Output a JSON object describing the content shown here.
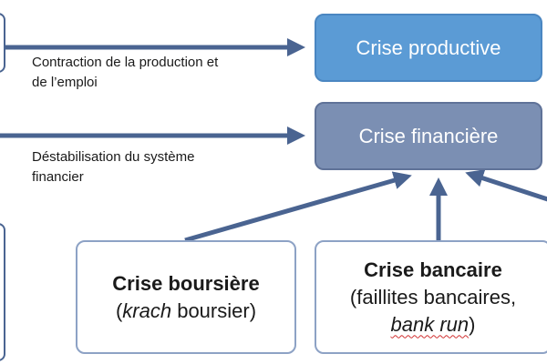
{
  "diagram": {
    "nodes": {
      "crise_productive": {
        "label": "Crise productive",
        "color": "#5b9bd5"
      },
      "crise_financiere": {
        "label": "Crise financière",
        "color": "#7b8fb3"
      },
      "crise_boursiere": {
        "title": "Crise boursière",
        "detail_open": "(",
        "detail_italic": "krach",
        "detail_rest": " boursier)"
      },
      "crise_bancaire": {
        "title": "Crise bancaire",
        "detail_line1": "(faillites bancaires,",
        "detail_italic": "bank run",
        "detail_close": ")"
      }
    },
    "edge_labels": {
      "to_productive_line1": "Contraction de la production et",
      "to_productive_line2": "de l’emploi",
      "to_financiere_line1": "Déstabilisation du système",
      "to_financiere_line2": "financier"
    },
    "arrow_color": "#4a6491"
  }
}
